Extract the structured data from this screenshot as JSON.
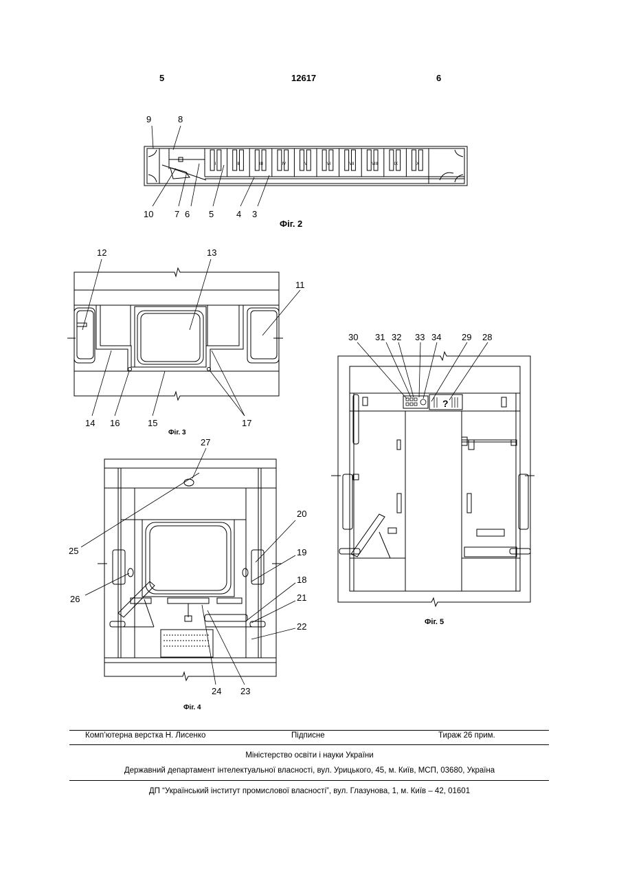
{
  "header": {
    "page_left": "5",
    "patent_no": "12617",
    "page_right": "6"
  },
  "fig2": {
    "caption": "Фіг. 2",
    "labels": {
      "n9": "9",
      "n8": "8",
      "n10": "10",
      "n7": "7",
      "n6": "6",
      "n5": "5",
      "n4": "4",
      "n3": "3"
    },
    "compartments": [
      "I",
      "II",
      "III",
      "IV",
      "V",
      "VI",
      "VII",
      "VIII",
      "IX",
      "X"
    ]
  },
  "fig3": {
    "caption": "Фіг. 3",
    "labels": {
      "n12": "12",
      "n13": "13",
      "n11": "11",
      "n14": "14",
      "n16": "16",
      "n15": "15",
      "n17": "17"
    }
  },
  "fig4": {
    "caption": "Фіг. 4",
    "labels": {
      "n27": "27",
      "n25": "25",
      "n20": "20",
      "n19": "19",
      "n26": "26",
      "n18": "18",
      "n21": "21",
      "n22": "22",
      "n24": "24",
      "n23": "23"
    }
  },
  "fig5": {
    "caption": "Фіг. 5",
    "labels": {
      "n30": "30",
      "n31": "31",
      "n32": "32",
      "n33": "33",
      "n34": "34",
      "n29": "29",
      "n28": "28"
    },
    "sign_text": "?"
  },
  "footer": {
    "layout": "Комп’ютерна верстка Н. Лисенко",
    "signed": "Підписне",
    "print_run": "Тираж 26 прим.",
    "ministry": "Міністерство освіти і науки України",
    "department": "Державний департамент інтелектуальної власності, вул. Урицького, 45, м. Київ, МСП, 03680, Україна",
    "institute": "ДП “Український інститут промислової власності”, вул. Глазунова, 1, м. Київ – 42, 01601"
  }
}
